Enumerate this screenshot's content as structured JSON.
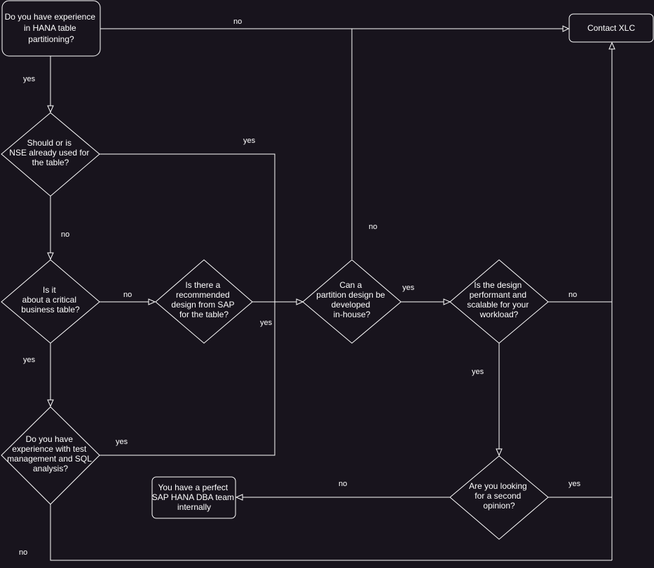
{
  "colors": {
    "background": "#18141d",
    "stroke": "#ffffff",
    "text": "#ffffff"
  },
  "nodes": {
    "experience": [
      "Do you have experience",
      "in HANA table",
      "partitioning?"
    ],
    "contact": [
      "Contact XLC"
    ],
    "nse": [
      "Should or is",
      "NSE already used for",
      "the table?"
    ],
    "critical": [
      "Is it",
      "about a critical",
      "business table?"
    ],
    "recommended": [
      "Is there a",
      "recommended",
      "design from SAP",
      "for the table?"
    ],
    "inhouse": [
      "Can a",
      "partition design be",
      "developed",
      "in-house?"
    ],
    "performant": [
      "Is the design",
      "performant and",
      "scalable for your",
      "workload?"
    ],
    "testmgmt": [
      "Do you have",
      "experience with test",
      "management and SQL",
      "analysis?"
    ],
    "perfect": [
      "You have a perfect",
      "SAP HANA DBA team",
      "internally"
    ],
    "second": [
      "Are you looking",
      "for a second",
      "opinion?"
    ]
  },
  "edges": {
    "exp_no": "no",
    "exp_yes": "yes",
    "nse_yes": "yes",
    "nse_no": "no",
    "crit_no": "no",
    "crit_yes": "yes",
    "rec_yes": "yes",
    "inh_yes": "yes",
    "inh_no": "no",
    "perf_no": "no",
    "perf_yes": "yes",
    "test_yes": "yes",
    "test_no": "no",
    "sec_no": "no",
    "sec_yes": "yes"
  }
}
